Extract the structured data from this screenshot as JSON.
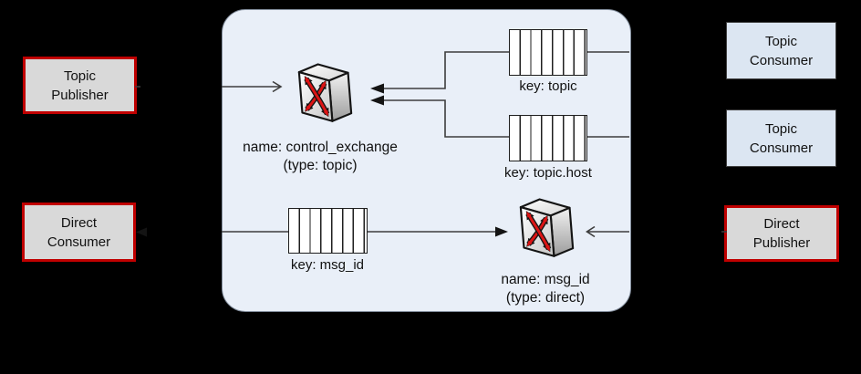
{
  "theme": {
    "canvas_bg": "#000000",
    "broker_fill": "#e9eff8",
    "broker_border": "#85909f",
    "publisher_fill": "#d9d9d9",
    "publisher_border": "#c00000",
    "consumer_fill": "#dce6f2",
    "consumer_border": "#3f3f3f",
    "queue_fill": "#ffffff",
    "line_color": "#3d3d3d",
    "arrow_red": "#dc1414",
    "text_color": "#111111"
  },
  "nodes": {
    "topic_publisher": {
      "label": "Topic\nPublisher"
    },
    "direct_consumer": {
      "label": "Direct\nConsumer"
    },
    "topic_consumer_1": {
      "label": "Topic\nConsumer"
    },
    "topic_consumer_2": {
      "label": "Topic\nConsumer"
    },
    "direct_publisher": {
      "label": "Direct\nPublisher"
    }
  },
  "broker": {
    "topic_exchange": {
      "name": "name: control_exchange",
      "type": "(type: topic)"
    },
    "direct_exchange": {
      "name": "name: msg_id",
      "type": "(type: direct)"
    },
    "queues": {
      "topic": {
        "label": "key: topic"
      },
      "topic_host": {
        "label": "key: topic.host"
      },
      "msg_id": {
        "label": "key: msg_id"
      }
    }
  }
}
